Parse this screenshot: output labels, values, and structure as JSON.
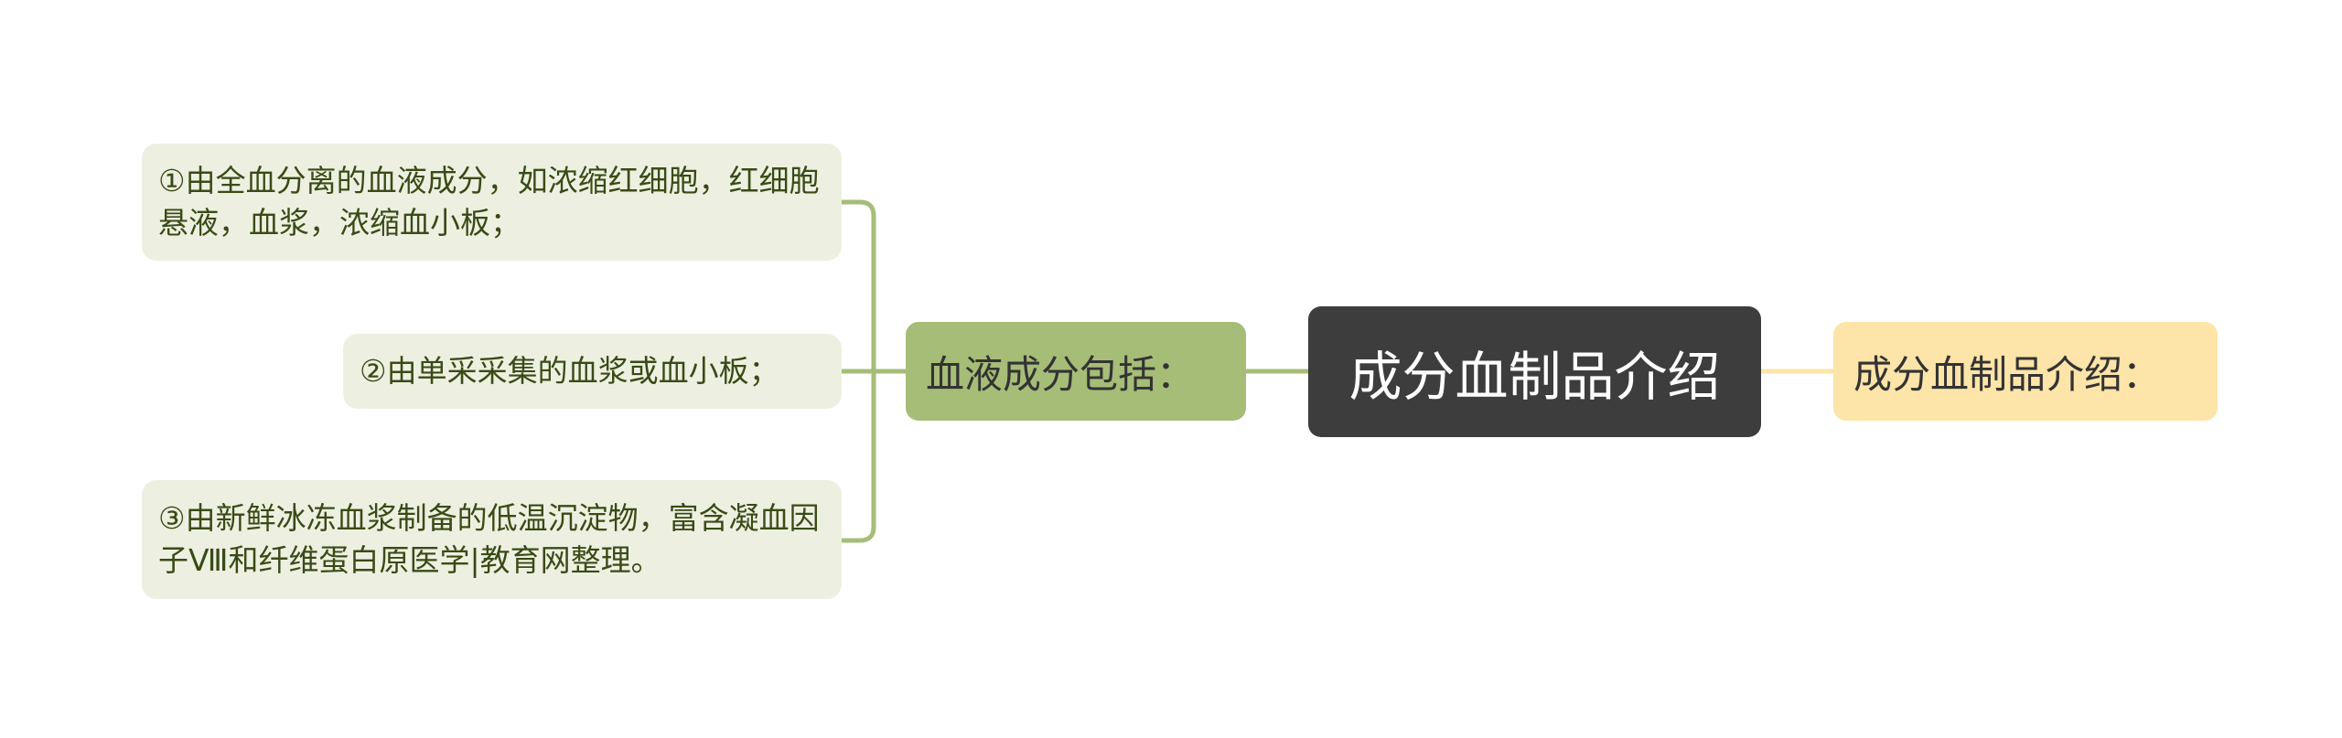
{
  "central": {
    "label": "成分血制品介绍"
  },
  "right_branch": {
    "label": "成分血制品介绍："
  },
  "left_branch": {
    "label": "血液成分包括：",
    "children": [
      {
        "text": "①由全血分离的血液成分，如浓缩红细胞，红细胞悬液，血浆，浓缩血小板；"
      },
      {
        "text": "②由单采采集的血浆或血小板；"
      },
      {
        "text": "③由新鲜冰冻血浆制备的低温沉淀物，富含凝血因子Ⅷ和纤维蛋白原医学|教育网整理。"
      }
    ]
  },
  "colors": {
    "central_bg": "#3d3d3d",
    "right_bg": "#fde4a8",
    "mid_bg": "#a6bd78",
    "leaf_bg": "#edf0e1",
    "connector": "#a6bd78",
    "right_connector": "#fde4a8"
  }
}
